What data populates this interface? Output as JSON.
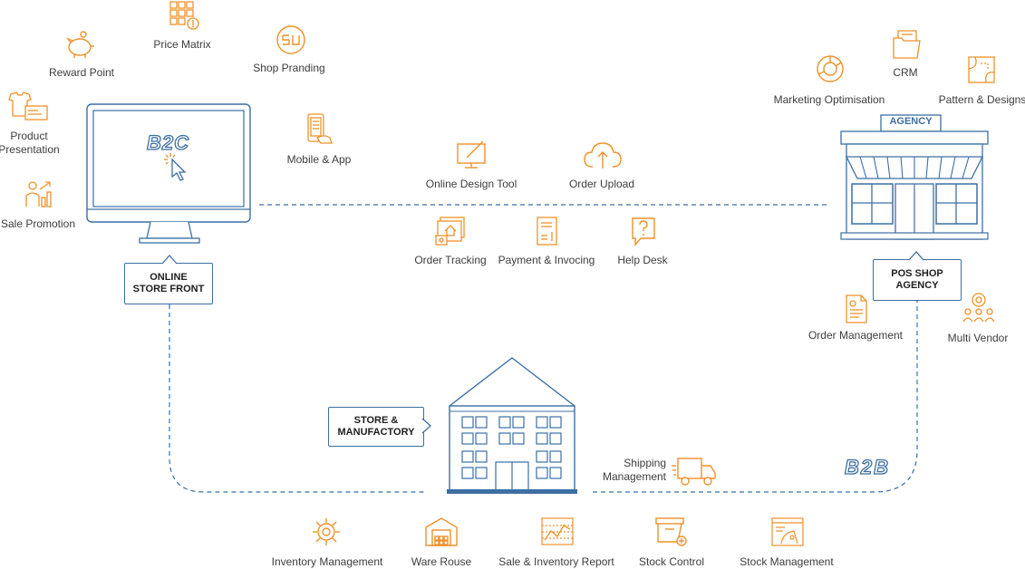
{
  "colors": {
    "accent": "#f0912a",
    "line": "#3d6fa3"
  },
  "b2c": {
    "monitor_logo": "B2C",
    "store_label_line1": "ONLINE",
    "store_label_line2": "STORE FRONT",
    "features": {
      "reward_point": "Reward Point",
      "price_matrix": "Price Matrix",
      "shop_pranding": "Shop Pranding",
      "product_presentation_line1": "Product",
      "product_presentation_line2": "Presentation",
      "sale_promotion": "Sale Promotion",
      "mobile_app": "Mobile & App"
    },
    "icons": [
      "piggy-bank-icon",
      "price-matrix-icon",
      "shop-branding-icon",
      "tshirt-card-icon",
      "sale-promotion-icon",
      "mobile-app-icon"
    ]
  },
  "shared": {
    "online_design_tool": "Online Design Tool",
    "order_upload": "Order Upload",
    "order_tracking": "Order Tracking",
    "payment_invoicing": "Payment & Invocing",
    "help_desk": "Help Desk"
  },
  "b2b": {
    "agency_sign": "AGENCY",
    "pos_label_line1": "POS SHOP",
    "pos_label_line2": "AGENCY",
    "logo": "B2B",
    "features": {
      "marketing_optimisation": "Marketing Optimisation",
      "crm": "CRM",
      "pattern_designs": "Pattern & Designs",
      "order_management": "Order Management",
      "multi_vendor": "Multi Vendor"
    }
  },
  "store": {
    "label_line1": "STORE &",
    "label_line2": "MANUFACTORY",
    "shipping_line1": "Shipping",
    "shipping_line2": "Management"
  },
  "bottom": {
    "inventory_management": "Inventory  Management",
    "ware_rouse": "Ware Rouse",
    "sale_inventory_report": "Sale & Inventory Report",
    "stock_control": "Stock Control",
    "stock_management": "Stock Management"
  }
}
